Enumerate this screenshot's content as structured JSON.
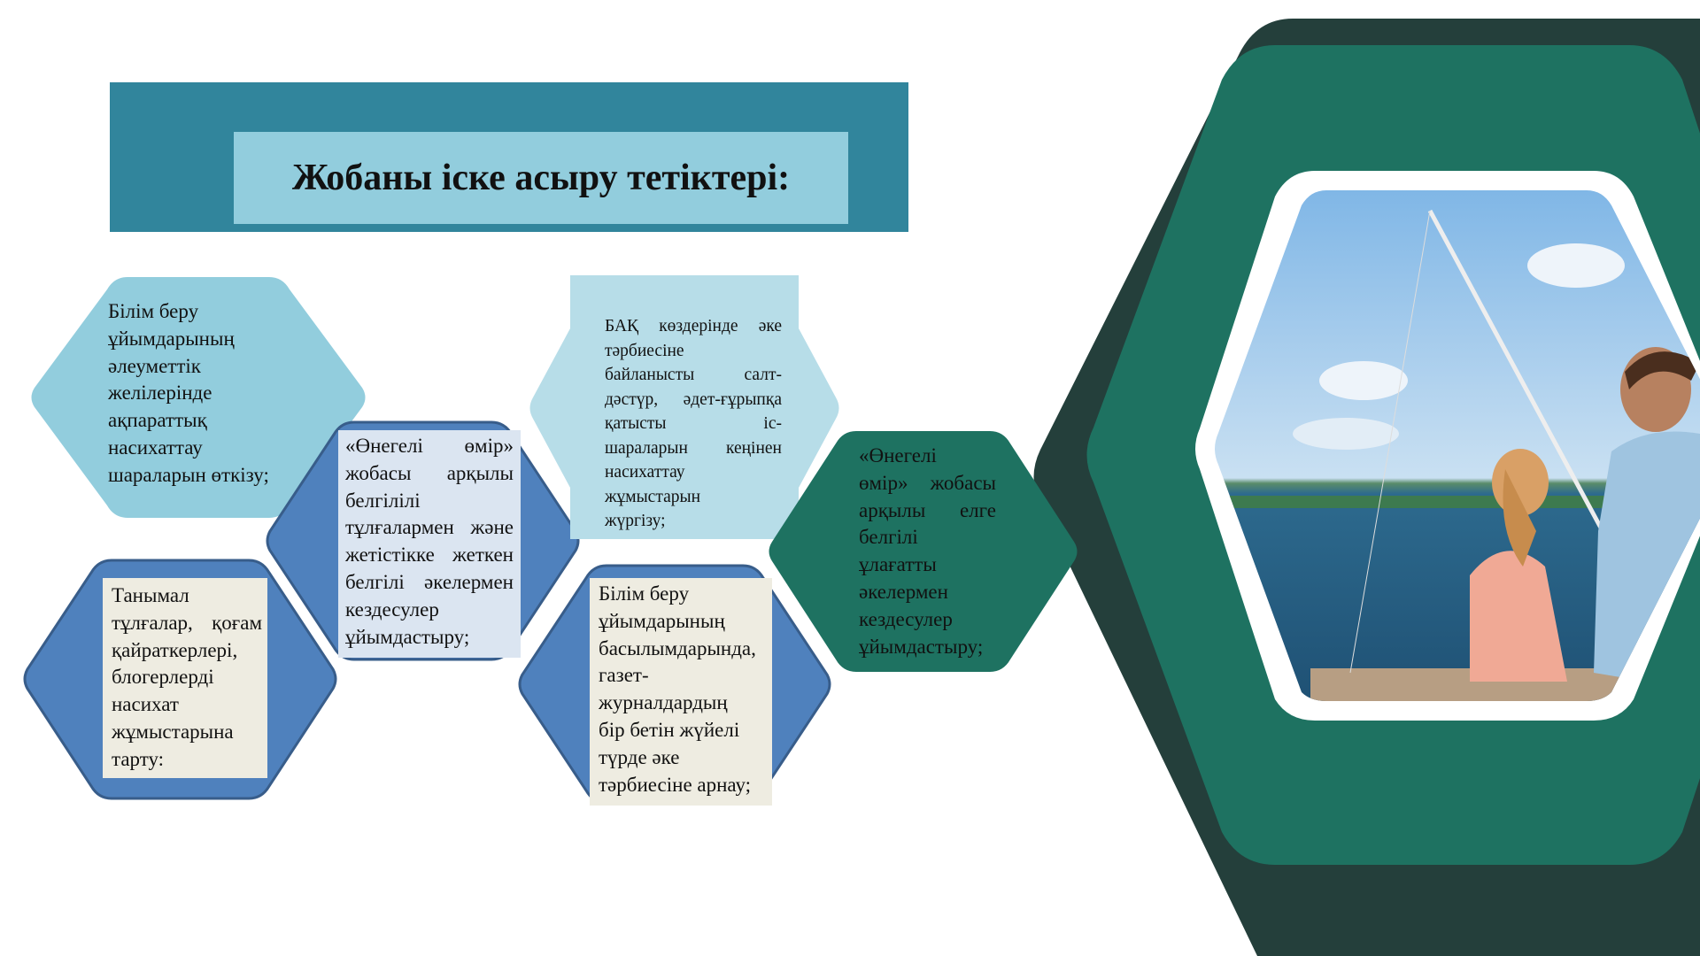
{
  "title": "Жобаны іске асыру тетіктері:",
  "items": [
    {
      "lines": [
        "Білім беру",
        "ұйымдарының",
        "әлеуметтік",
        "желілерінде",
        "ақпараттық",
        "насихаттау",
        "шараларын өткізу;"
      ]
    },
    {
      "lines": [
        "«Өнегелі өмір»",
        "жобасы арқылы",
        "белгілілі",
        "тұлғалармен және",
        "жетістікке жеткен",
        "белгілі әкелермен",
        "кездесулер",
        "ұйымдастыру;"
      ]
    },
    {
      "lines": [
        "Танымал",
        "тұлғалар, қоғам",
        "қайраткерлері,",
        "блогерлерді",
        "насихат",
        "жұмыстарына",
        "тарту:"
      ]
    },
    {
      "lines": [
        "БАҚ көздерінде әке",
        "тәрбиесіне",
        "байланысты салт-",
        "дәстүр, әдет-ғұрыпқа",
        "қатысты іс-",
        "шараларын кеңінен",
        "насихаттау",
        "жұмыстарын",
        "жүргізу;"
      ]
    },
    {
      "lines": [
        "Білім беру",
        "ұйымдарының",
        "басылымдарында,",
        "газет-",
        "журналдардың",
        "бір бетін жүйелі",
        "түрде әке",
        "тәрбиесіне арнау;"
      ]
    },
    {
      "lines": [
        "«Өнегелі",
        "өмір» жобасы",
        "арқылы елге",
        "белгілі",
        "ұлағатты",
        "әкелермен",
        "кездесулер",
        "ұйымдастыру;"
      ]
    }
  ],
  "colors": {
    "title_bar": "#31859c",
    "title_inner": "#92cddd",
    "light_blue": "#92cddd",
    "pale_blue": "#b7dde8",
    "blue": "#4f81bd",
    "teal": "#1e7261",
    "dark_teal": "#243f3b"
  }
}
